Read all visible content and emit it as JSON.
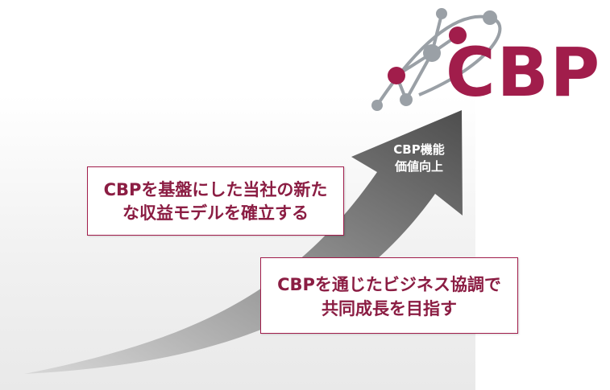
{
  "logo": {
    "text": "CBP"
  },
  "arrow": {
    "label_line1": "CBP機能",
    "label_line2": "価値向上"
  },
  "messages": [
    {
      "line1": "CBPを基盤にした当社の新た",
      "line2": "な収益モデルを確立する"
    },
    {
      "line1": "CBPを通じたビジネス協調で",
      "line2": "共同成長を目指す"
    }
  ],
  "colors": {
    "brand": "#a11d4b",
    "node_gray": "#9aa0a6",
    "arrow_gray": "#5a5a5a"
  }
}
